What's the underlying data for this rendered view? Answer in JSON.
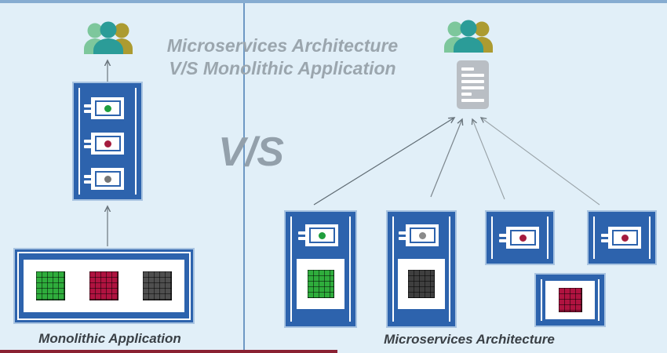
{
  "canvas": {
    "background": "#e1eff8",
    "top_bar_color": "#86acd1",
    "bottom_bar_color": "#8a2132",
    "divider_color": "#6d98c4"
  },
  "header": {
    "title_line1": "Microservices Architecture",
    "title_line2": "V/S Monolithic Application"
  },
  "center": {
    "vs_label": "V/S"
  },
  "monolithic": {
    "label": "Monolithic Application",
    "component_dots": [
      "#1f9e3d",
      "#a41c3e",
      "#767676"
    ],
    "data_grids": [
      "#2fad3c",
      "#b01340",
      "#4f4f4f"
    ]
  },
  "microservices": {
    "label": "Microservices Architecture",
    "services": [
      {
        "type": "component+data",
        "dot": "#1f9e3d",
        "grid": "#2fad3c"
      },
      {
        "type": "component+data",
        "dot": "#8a8a8a",
        "grid": "#3f3f3f"
      },
      {
        "type": "component",
        "dot": "#a41c3e"
      },
      {
        "type": "component",
        "dot": "#a41c3e"
      },
      {
        "type": "data",
        "grid": "#b01340"
      }
    ]
  },
  "icons": {
    "users_group": {
      "left": "#7dc79c",
      "middle": "#2b9c98",
      "right": "#ac9b31"
    },
    "server_color": "#b9bec4",
    "arrow_color": "#6a757d"
  }
}
